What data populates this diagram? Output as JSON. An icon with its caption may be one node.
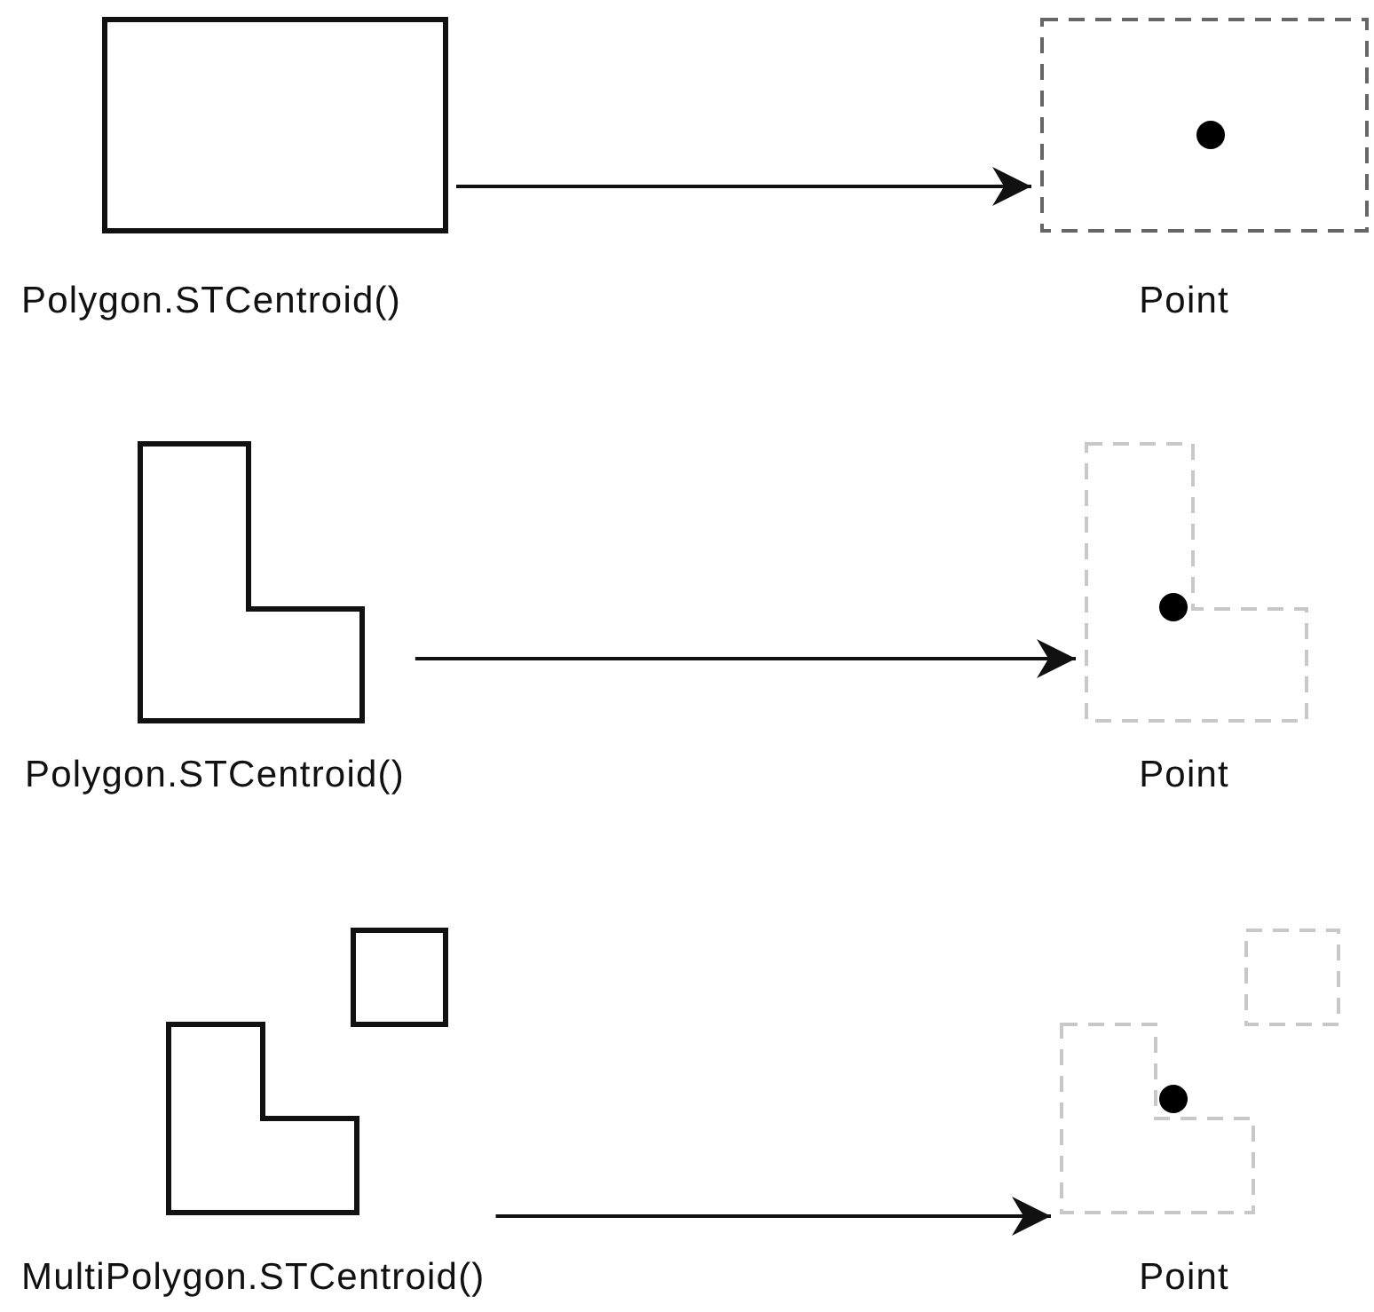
{
  "diagram": {
    "nodes": [
      {
        "text": [
          "Polygon.STCentroid()"
        ]
      },
      {
        "text": [
          "Point"
        ]
      },
      {
        "text": [
          "Polygon.STCentroid()"
        ]
      },
      {
        "text": [
          "Point"
        ]
      },
      {
        "text": [
          "MultiPolygon.STCentroid()"
        ]
      },
      {
        "text": [
          "Point"
        ]
      }
    ],
    "edges": [
      {
        "from": 0,
        "to": 1,
        "arrow": "to"
      },
      {
        "from": 2,
        "to": 3,
        "arrow": "to"
      },
      {
        "from": 4,
        "to": 5,
        "arrow": "to"
      }
    ]
  }
}
